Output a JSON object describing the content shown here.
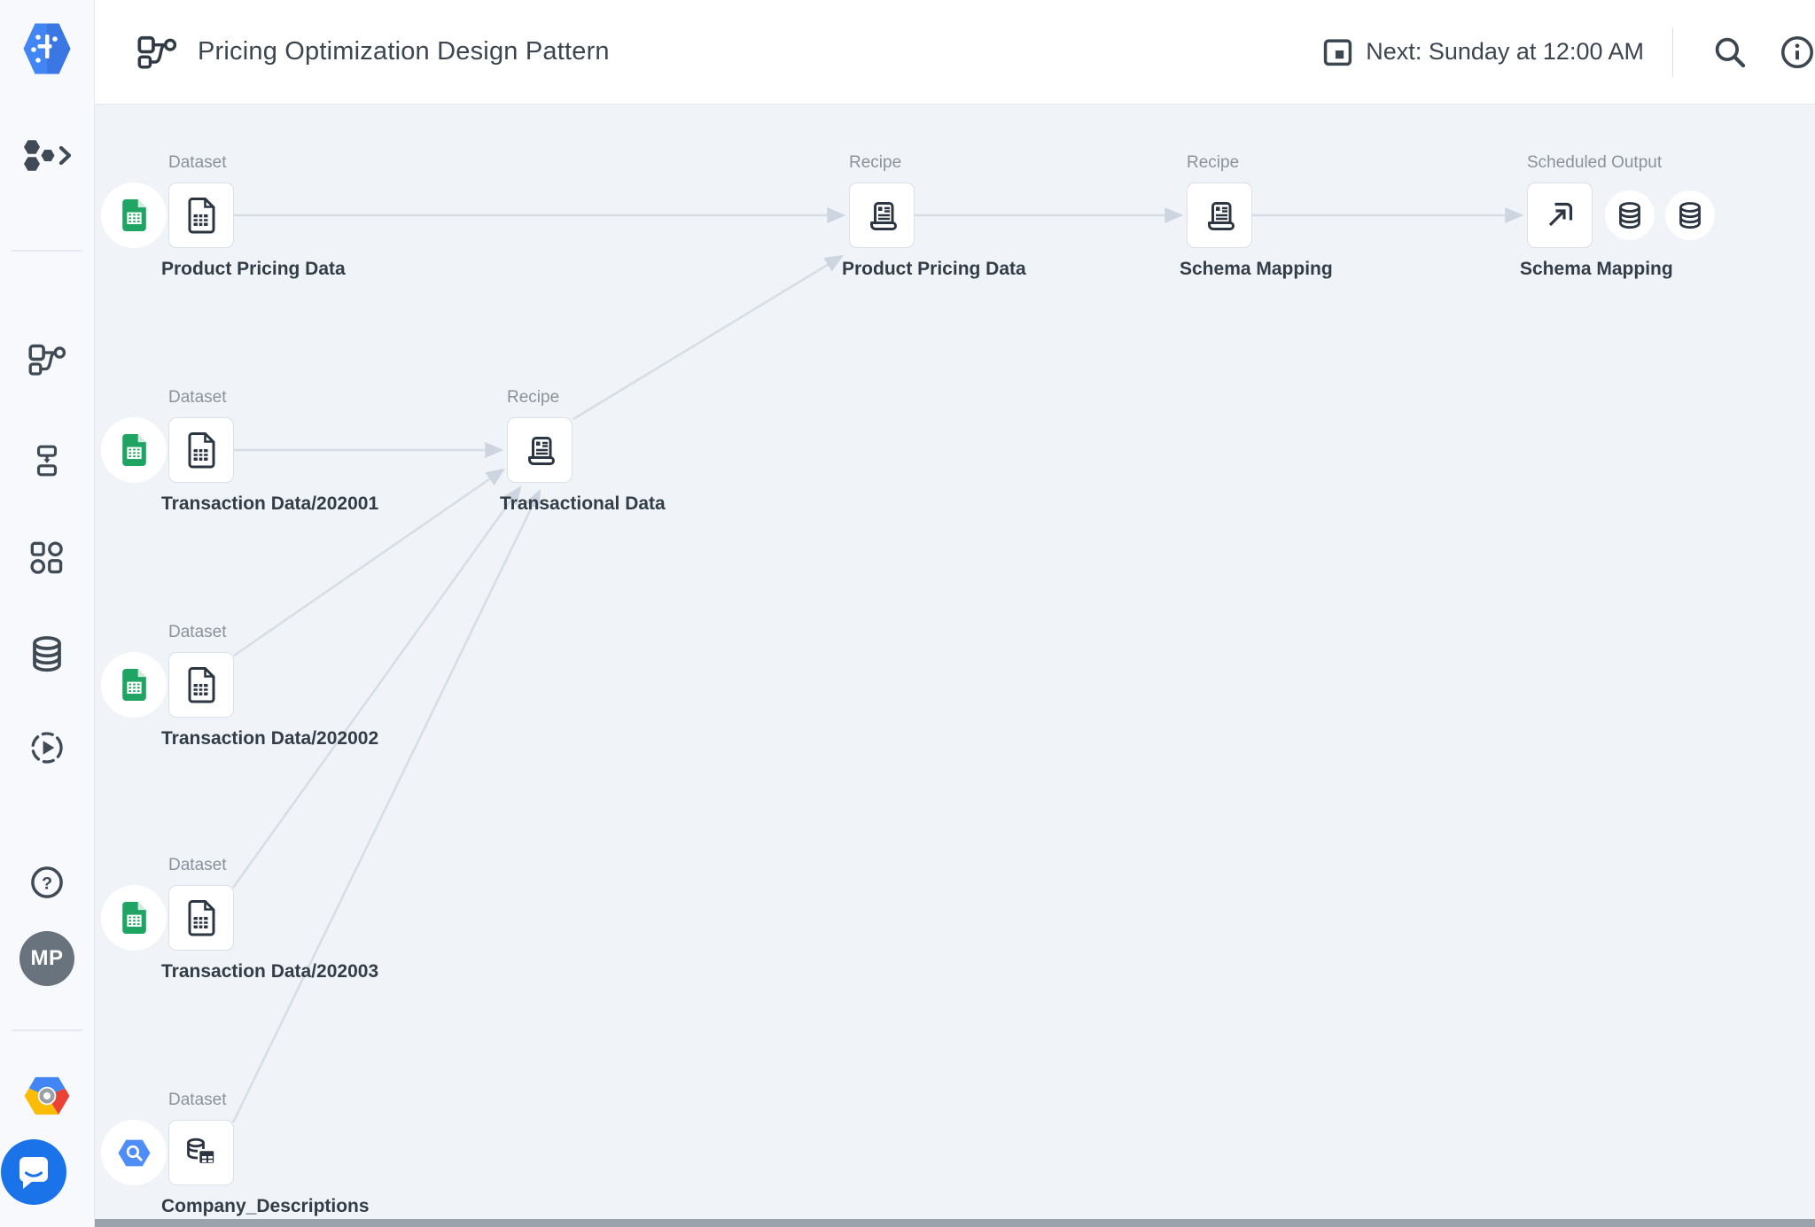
{
  "header": {
    "title": "Pricing Optimization Design Pattern",
    "next_run": "Next: Sunday at 12:00 AM",
    "icons": [
      "flow-icon",
      "calendar-icon",
      "search-icon",
      "info-icon"
    ]
  },
  "sidebar": {
    "avatar_initials": "MP",
    "icons": [
      "dataprep-logo",
      "project-hexagons",
      "flows-icon",
      "plans-icon",
      "library-icon",
      "connections-icon",
      "job-history-icon",
      "help-icon",
      "avatar",
      "google-cloud-logo",
      "chat-icon"
    ]
  },
  "canvas": {
    "nodes": [
      {
        "id": "ds_product",
        "type_label": "Dataset",
        "name": "Product Pricing Data",
        "badge": "google-sheets",
        "icon": "spreadsheet-file-icon"
      },
      {
        "id": "rc_product",
        "type_label": "Recipe",
        "name": "Product Pricing Data",
        "badge": null,
        "icon": "recipe-scroll-icon"
      },
      {
        "id": "rc_schema",
        "type_label": "Recipe",
        "name": "Schema Mapping",
        "badge": null,
        "icon": "recipe-scroll-icon"
      },
      {
        "id": "out_schema",
        "type_label": "Scheduled Output",
        "name": "Schema Mapping",
        "badge": null,
        "icon": "export-arrow-icon",
        "output_targets": [
          "database-icon",
          "database-icon"
        ]
      },
      {
        "id": "ds_tx1",
        "type_label": "Dataset",
        "name": "Transaction Data/202001",
        "badge": "google-sheets",
        "icon": "spreadsheet-file-icon"
      },
      {
        "id": "rc_tx",
        "type_label": "Recipe",
        "name": "Transactional Data",
        "badge": null,
        "icon": "recipe-scroll-icon"
      },
      {
        "id": "ds_tx2",
        "type_label": "Dataset",
        "name": "Transaction Data/202002",
        "badge": "google-sheets",
        "icon": "spreadsheet-file-icon"
      },
      {
        "id": "ds_tx3",
        "type_label": "Dataset",
        "name": "Transaction Data/202003",
        "badge": "google-sheets",
        "icon": "spreadsheet-file-icon"
      },
      {
        "id": "ds_comp",
        "type_label": "Dataset",
        "name": "Company_Descriptions",
        "badge": "bigquery",
        "icon": "database-table-icon"
      }
    ],
    "edges": [
      {
        "from": "ds_product",
        "to": "rc_product"
      },
      {
        "from": "rc_product",
        "to": "rc_schema"
      },
      {
        "from": "rc_schema",
        "to": "out_schema"
      },
      {
        "from": "ds_tx1",
        "to": "rc_tx"
      },
      {
        "from": "rc_tx",
        "to": "rc_product"
      },
      {
        "from": "ds_tx2",
        "to": "rc_tx"
      },
      {
        "from": "ds_tx3",
        "to": "rc_tx"
      },
      {
        "from": "ds_comp",
        "to": "rc_tx"
      }
    ]
  },
  "colors": {
    "canvas_bg": "#f0f3f8",
    "edge_line": "#d6dde5",
    "arrowhead": "#cdd6e0",
    "sheets_green": "#1fa463",
    "bigquery_blue": "#4e8df8",
    "dataprep_blue": "#4285f4",
    "chat_blue": "#1a73e8",
    "text_dark": "#323d48",
    "text_muted": "#8b929b"
  }
}
